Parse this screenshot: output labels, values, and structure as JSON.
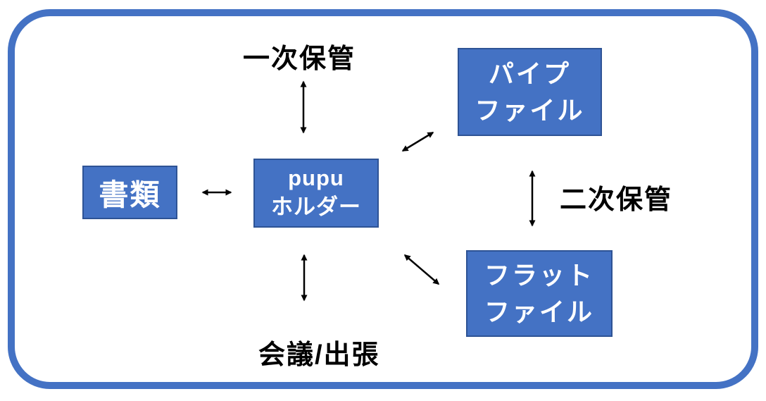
{
  "colors": {
    "frame_border": "#4472C4",
    "node_fill": "#4472C4",
    "node_border": "#2E5395",
    "node_text": "#FFFFFF",
    "label_text": "#000000",
    "arrow": "#000000"
  },
  "nodes": {
    "documents": {
      "label": "書類"
    },
    "pupu_holder": {
      "lines": [
        "pupu",
        "ホルダー"
      ]
    },
    "pipe_file": {
      "lines": [
        "パイプ",
        "ファイル"
      ]
    },
    "flat_file": {
      "lines": [
        "フラット",
        "ファイル"
      ]
    }
  },
  "labels": {
    "primary_storage": "一次保管",
    "secondary_storage": "二次保管",
    "meeting_business_trip": "会議/出張"
  },
  "connections": [
    {
      "from": "pupu_holder",
      "to": "primary_storage",
      "style": "double-headed",
      "orientation": "vertical"
    },
    {
      "from": "documents",
      "to": "pupu_holder",
      "style": "double-headed",
      "orientation": "horizontal"
    },
    {
      "from": "pupu_holder",
      "to": "pipe_file",
      "style": "double-headed",
      "orientation": "diagonal"
    },
    {
      "from": "pipe_file",
      "to": "flat_file",
      "style": "double-headed",
      "orientation": "vertical",
      "label": "二次保管"
    },
    {
      "from": "pupu_holder",
      "to": "flat_file",
      "style": "double-headed",
      "orientation": "diagonal"
    },
    {
      "from": "pupu_holder",
      "to": "meeting_business_trip",
      "style": "double-headed",
      "orientation": "vertical"
    }
  ]
}
